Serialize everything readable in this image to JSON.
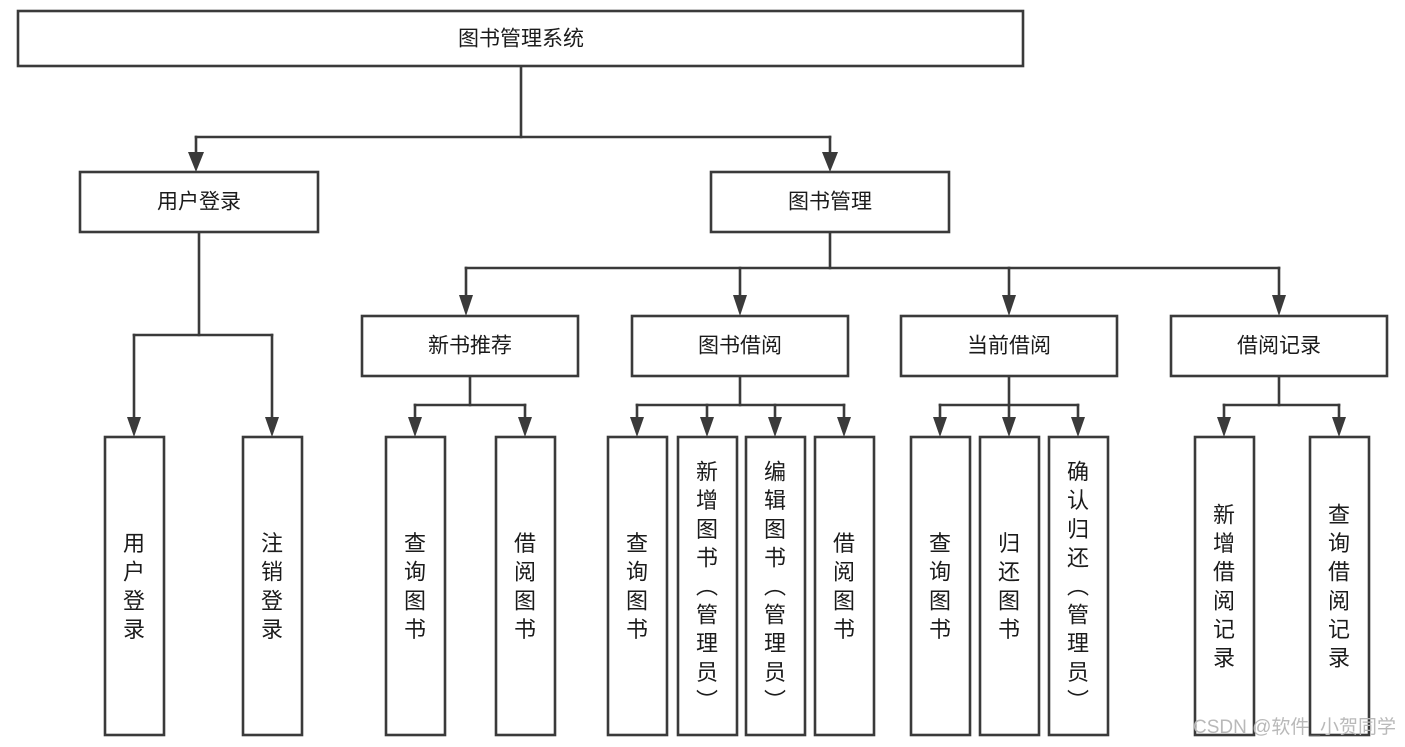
{
  "diagram": {
    "title": "图书管理系统",
    "type": "hierarchy-tree",
    "orientation": "top-down",
    "levels": 4,
    "colors": {
      "box_stroke": "#3a3a3a",
      "box_fill": "#ffffff",
      "connector": "#3a3a3a",
      "text": "#1b1b1b",
      "watermark": "#b9b9b9",
      "background": "#ffffff"
    },
    "root": {
      "id": "root",
      "label": "图书管理系统"
    },
    "level2": [
      {
        "id": "user-login",
        "label": "用户登录"
      },
      {
        "id": "book-manage",
        "label": "图书管理"
      }
    ],
    "level3": [
      {
        "id": "new-book-recommend",
        "label": "新书推荐",
        "parent": "book-manage"
      },
      {
        "id": "book-borrow",
        "label": "图书借阅",
        "parent": "book-manage"
      },
      {
        "id": "current-borrow",
        "label": "当前借阅",
        "parent": "book-manage"
      },
      {
        "id": "borrow-record",
        "label": "借阅记录",
        "parent": "book-manage"
      }
    ],
    "leaves": {
      "user-login": [
        {
          "id": "leaf-user-login",
          "label": "用户登录"
        },
        {
          "id": "leaf-logout",
          "label": "注销登录"
        }
      ],
      "new-book-recommend": [
        {
          "id": "leaf-query-book-1",
          "label": "查询图书"
        },
        {
          "id": "leaf-borrow-book-1",
          "label": "借阅图书"
        }
      ],
      "book-borrow": [
        {
          "id": "leaf-query-book-2",
          "label": "查询图书"
        },
        {
          "id": "leaf-add-book",
          "label": "新增图书（管理员）"
        },
        {
          "id": "leaf-edit-book",
          "label": "编辑图书（管理员）"
        },
        {
          "id": "leaf-borrow-book-2",
          "label": "借阅图书"
        }
      ],
      "current-borrow": [
        {
          "id": "leaf-query-book-3",
          "label": "查询图书"
        },
        {
          "id": "leaf-return-book",
          "label": "归还图书"
        },
        {
          "id": "leaf-confirm-return",
          "label": "确认归还（管理员）"
        }
      ],
      "borrow-record": [
        {
          "id": "leaf-add-record",
          "label": "新增借阅记录"
        },
        {
          "id": "leaf-query-record",
          "label": "查询借阅记录"
        }
      ]
    }
  },
  "watermark": {
    "text": "CSDN @软件_小贺同学"
  }
}
